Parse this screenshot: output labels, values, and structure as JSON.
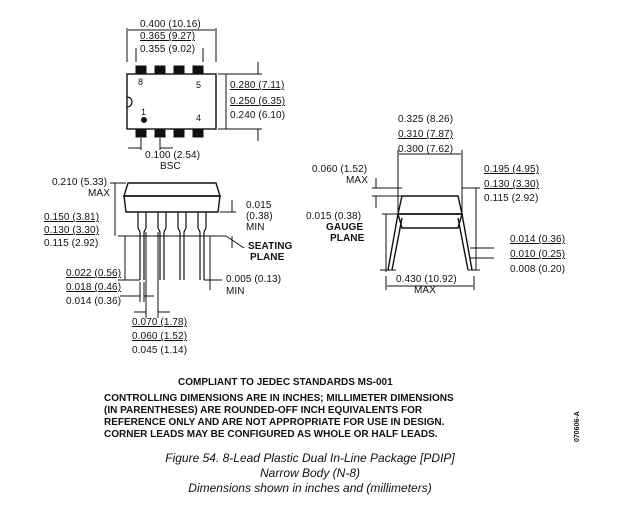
{
  "top_view": {
    "dims": [
      "0.400 (10.16)",
      "0.365 (9.27)",
      "0.355 (9.02)"
    ],
    "side_dims": [
      "0.280 (7.11)",
      "0.250 (6.35)",
      "0.240 (6.10)"
    ],
    "pin_labels": {
      "p8": "8",
      "p5": "5",
      "p1": "1",
      "p4": "4"
    },
    "pitch": "0.100 (2.54)",
    "pitch_note": "BSC"
  },
  "front_view": {
    "height_max": "0.210 (5.33)",
    "height_max_label": "MAX",
    "lead_len": [
      "0.150 (3.81)",
      "0.130 (3.30)",
      "0.115 (2.92)"
    ],
    "standoff": "0.015",
    "standoff_mm": "(0.38)",
    "standoff_label": "MIN",
    "seating_label_1": "SEATING",
    "seating_label_2": "PLANE",
    "lead_width": [
      "0.022 (0.56)",
      "0.018 (0.46)",
      "0.014 (0.36)"
    ],
    "seat_min": "0.005 (0.13)",
    "seat_min_label": "MIN",
    "shoulder": [
      "0.070 (1.78)",
      "0.060 (1.52)",
      "0.045 (1.14)"
    ]
  },
  "end_view": {
    "width": [
      "0.325 (8.26)",
      "0.310 (7.87)",
      "0.300 (7.62)"
    ],
    "body_height": "0.060 (1.52)",
    "body_height_label": "MAX",
    "lead_height": [
      "0.195 (4.95)",
      "0.130 (3.30)",
      "0.115 (2.92)"
    ],
    "gauge": "0.015 (0.38)",
    "gauge_label_1": "GAUGE",
    "gauge_label_2": "PLANE",
    "thickness": [
      "0.014 (0.36)",
      "0.010 (0.25)",
      "0.008 (0.20)"
    ],
    "spread_max": "0.430 (10.92)",
    "spread_max_label": "MAX"
  },
  "notes": {
    "title": "COMPLIANT TO JEDEC STANDARDS MS-001",
    "lines": [
      "CONTROLLING DIMENSIONS ARE IN INCHES; MILLIMETER DIMENSIONS",
      "(IN PARENTHESES) ARE ROUNDED-OFF INCH EQUIVALENTS FOR",
      "REFERENCE ONLY AND ARE NOT APPROPRIATE FOR USE IN DESIGN.",
      "CORNER LEADS MAY BE CONFIGURED AS WHOLE OR HALF LEADS."
    ]
  },
  "drawing_code": "070606-A",
  "caption": {
    "line1": "Figure 54. 8-Lead Plastic Dual In-Line Package [PDIP]",
    "line2": "Narrow Body (N-8)",
    "line3": "Dimensions shown in inches and (millimeters)"
  }
}
